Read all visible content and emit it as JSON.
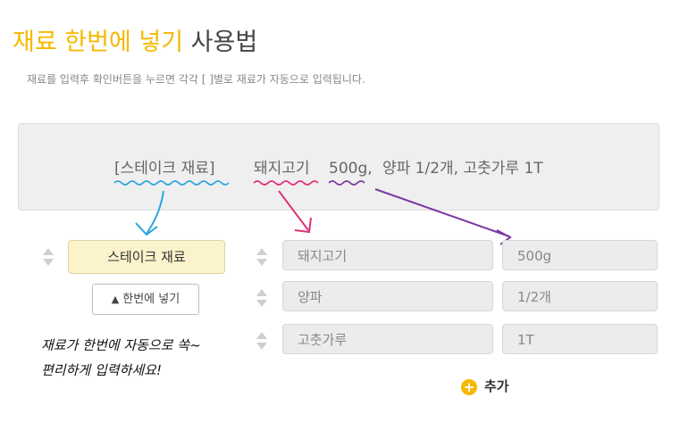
{
  "header": {
    "title_highlight": "재료 한번에 넣기",
    "title_rest": "사용법",
    "subtitle": "재료를 입력후 확인버튼을 누르면 각각 [    ]별로 재료가 자동으로 입력됩니다."
  },
  "example": {
    "group": "[스테이크 재료]",
    "ingredient": "돼지고기",
    "amount": "500g,",
    "rest": "양파 1/2개,  고춧가루 1T"
  },
  "group_name": "스테이크 재료",
  "insert_button": {
    "icon": "pot-icon",
    "label": "한번에 넣기"
  },
  "rows": [
    {
      "name": "돼지고기",
      "amount": "500g"
    },
    {
      "name": "양파",
      "amount": "1/2개"
    },
    {
      "name": "고춧가루",
      "amount": "1T"
    }
  ],
  "note": {
    "line1": "재료가 한번에 자동으로 쏙~",
    "line2": "편리하게 입력하세요!"
  },
  "add_button": {
    "icon": "plus-circle-icon",
    "label": "추가"
  },
  "colors": {
    "accent": "#f5b800",
    "blue": "#2aa8dc",
    "pink": "#e0307a",
    "purple": "#7a3aa0"
  }
}
